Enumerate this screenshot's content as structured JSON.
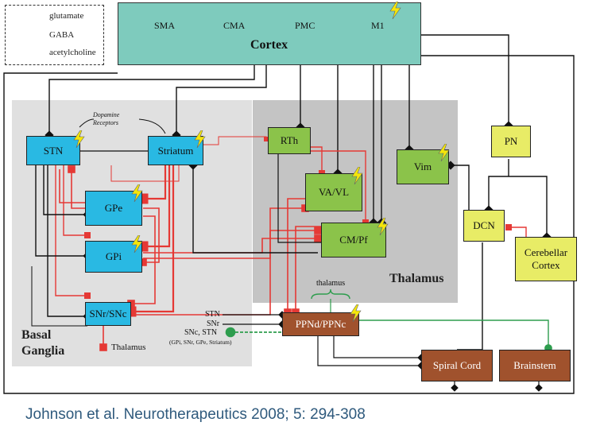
{
  "legend": {
    "items": [
      {
        "label": "glutamate",
        "color": "#111111"
      },
      {
        "label": "GABA",
        "color": "#e53935"
      },
      {
        "label": "acetylcholine",
        "color": "#2e9d4e"
      }
    ]
  },
  "cortex": {
    "title": "Cortex",
    "areas": [
      "SMA",
      "CMA",
      "PMC",
      "M1"
    ]
  },
  "basal_ganglia": {
    "region_label": "Basal\nGanglia",
    "region_label_line1": "Basal",
    "region_label_line2": "Ganglia",
    "dopamine_label_line1": "Dopamine",
    "dopamine_label_line2": "Receptors",
    "nodes": {
      "stn": "STN",
      "striatum": "Striatum",
      "gpe": "GPe",
      "gpi": "GPi",
      "snr_snc": "SNr/SNc"
    },
    "thalamus_out_label": "Thalamus"
  },
  "thalamus": {
    "region_label": "Thalamus",
    "nodes": {
      "rth": "RTh",
      "va_vl": "VA/VL",
      "cm_pf": "CM/Pf",
      "vim": "Vim"
    }
  },
  "cerebellum": {
    "pn": "PN",
    "dcn": "DCN",
    "cerebellar_cortex_line1": "Cerebellar",
    "cerebellar_cortex_line2": "Cortex"
  },
  "brainstem": {
    "ppn": "PPNd/PPNc",
    "ppn_top_label": "thalamus",
    "ppn_inputs": [
      "STN",
      "SNr",
      "SNc, STN"
    ],
    "ppn_inputs_note": "(GPi, SNr, GPe, Striatum)",
    "spinal_cord": "Spiral Cord",
    "brainstem": "Brainstem"
  },
  "citation": "Johnson et al.  Neurotherapeutics 2008; 5: 294-308",
  "colors": {
    "cortex_fill": "#7ecbbd",
    "basal_ganglia_bg": "#e0e0e0",
    "thalamus_bg": "#c4c4c4",
    "glutamate": "#111111",
    "gaba": "#e53935",
    "acetylcholine": "#2e9d4e",
    "bolt": "#f5e60a"
  },
  "icons": [
    "lightning-bolt-icon"
  ]
}
